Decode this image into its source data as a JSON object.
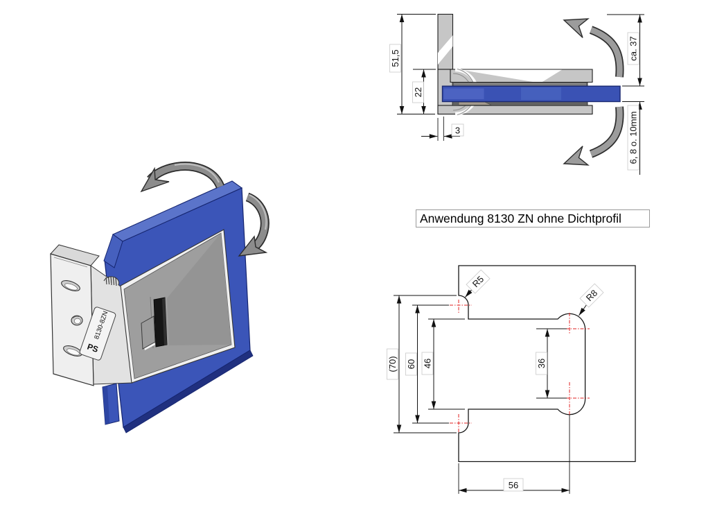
{
  "title": {
    "text": "Anwendung 8130 ZN ohne Dichtprofil"
  },
  "side_view": {
    "dims": {
      "total_height": "51,5",
      "body_height": "22",
      "edge_offset": "3",
      "pivot_clearance": "ca. 37",
      "glass_thickness": "6, 8 o. 10mm"
    }
  },
  "cutout_view": {
    "dims": {
      "overall_height": "(70)",
      "step_height": "60",
      "inner_height": "46",
      "slot_height": "36",
      "cutout_width": "56",
      "radius_small": "R5",
      "radius_large": "R8"
    }
  },
  "iso_view": {
    "engraving_logo": "PS",
    "engraving_model": "8130-8ZN"
  },
  "colors": {
    "glass_blue": "#3b55b8",
    "glass_blue_top": "#5b74ca",
    "glass_blue_dark": "#20307f",
    "side_glass_blue": "#3a52b4",
    "metal_gray": "#c6c6c6",
    "plate_gray": "#9e9e9e",
    "arrow_gray": "#9c9c9c",
    "centerline_red": "#e02222"
  }
}
